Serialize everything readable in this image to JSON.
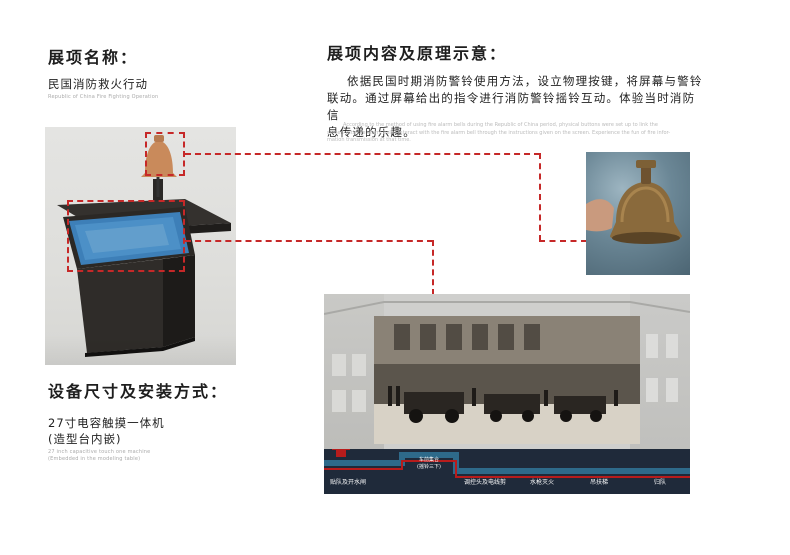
{
  "exhibit_name": {
    "heading": "展项名称：",
    "title_cn": "民国消防救火行动",
    "title_en": "Republic of China Fire Fighting Operation"
  },
  "principle": {
    "heading": "展项内容及原理示意：",
    "desc_cn_lines": [
      "依据民国时期消防警铃使用方法，设立物理按键，将屏幕与警铃",
      "联动。通过屏幕给出的指令进行消防警铃摇铃互动。体验当时消防信",
      "息传递的乐趣。"
    ],
    "desc_en_lines": [
      "According to the method of using fire alarm bells during the Republic of China period, physical buttons were set up to link the",
      "screen with the alarm bells. Interact with the fire alarm bell through the instructions given on the screen. Experience the fun of fire infor-",
      "mation transmission at that time."
    ]
  },
  "install": {
    "heading": "设备尺寸及安装方式：",
    "spec_cn_line1": "27寸电容触摸一体机",
    "spec_cn_line2": "(造型台内嵌)",
    "spec_en_line1": "27 inch capacitive touch one machine",
    "spec_en_line2": "(Embedded in the modeling table)"
  },
  "screen_timeline": {
    "steps": [
      "贴队及开水闸",
      "车前集合",
      "(摇铃三下)",
      "调控头及电线剪",
      "水枪灭火",
      "吊扶梯",
      "归队"
    ]
  },
  "colors": {
    "dash_red": "#c62828",
    "timeline_blue": "#2e6a8a",
    "timeline_red": "#b71c1c"
  }
}
